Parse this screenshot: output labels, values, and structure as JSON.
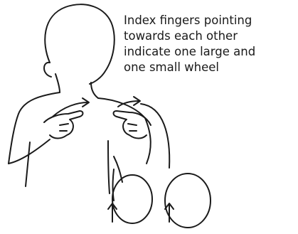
{
  "caption": {
    "lines": [
      "Index fingers pointing",
      "towards each other",
      "indicate one large and",
      "one small wheel"
    ]
  },
  "figure": {
    "subject": "person-torso-front",
    "gesture": "index-fingers-pointing-toward-each-other",
    "motion": "circular-wheel-movements",
    "ink_color": "#1a1a1a"
  }
}
